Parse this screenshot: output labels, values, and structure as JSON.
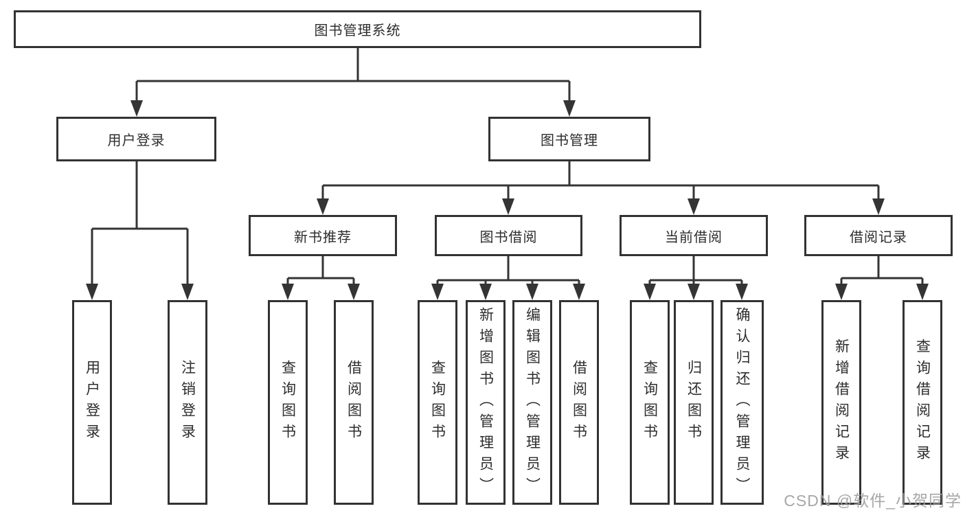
{
  "diagram": {
    "root": {
      "label": "图书管理系统",
      "children": [
        {
          "label": "用户登录",
          "children": [
            {
              "label": "用户登录"
            },
            {
              "label": "注销登录"
            }
          ]
        },
        {
          "label": "图书管理",
          "children": [
            {
              "label": "新书推荐",
              "children": [
                {
                  "label": "查询图书"
                },
                {
                  "label": "借阅图书"
                }
              ]
            },
            {
              "label": "图书借阅",
              "children": [
                {
                  "label": "查询图书"
                },
                {
                  "label": "新增图书（管理员）"
                },
                {
                  "label": "编辑图书（管理员）"
                },
                {
                  "label": "借阅图书"
                }
              ]
            },
            {
              "label": "当前借阅",
              "children": [
                {
                  "label": "查询图书"
                },
                {
                  "label": "归还图书"
                },
                {
                  "label": "确认归还（管理员）"
                }
              ]
            },
            {
              "label": "借阅记录",
              "children": [
                {
                  "label": "新增借阅记录"
                },
                {
                  "label": "查询借阅记录"
                }
              ]
            }
          ]
        }
      ]
    }
  },
  "watermark": {
    "text": "CSDN @软件_小贺同学"
  },
  "colors": {
    "line": "#343434",
    "box_border": "#323232",
    "text": "#2d2d2d",
    "watermark": "#9e9e9e",
    "background": "#ffffff"
  }
}
